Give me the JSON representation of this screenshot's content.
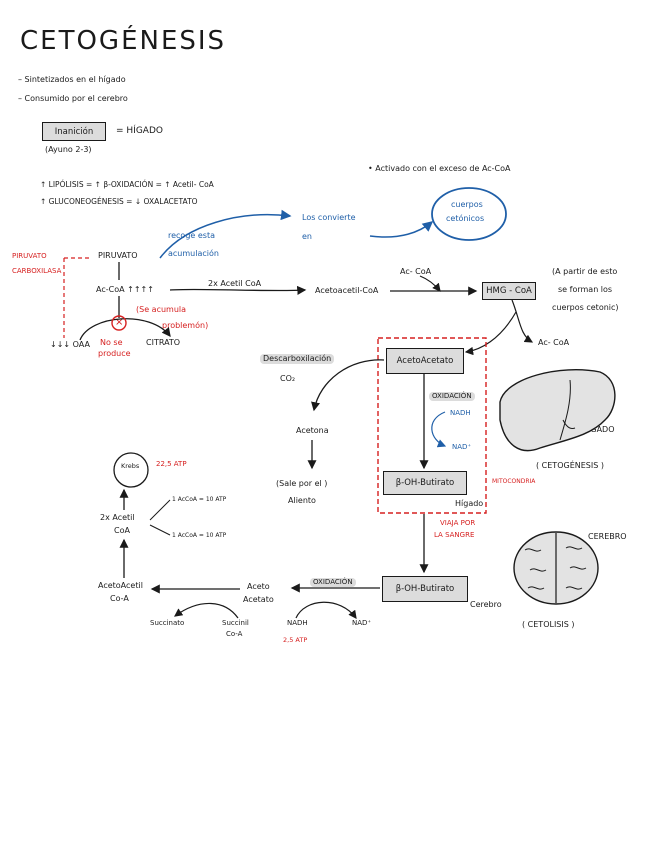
{
  "title": "CETOGÉNESIS",
  "intro": [
    "– Sintetizados en el hígado",
    "– Consumido  por el cerebro"
  ],
  "inanicion": {
    "label": "Inanición",
    "equals": "=  HÍGADO",
    "note": "(Ayuno 2-3)"
  },
  "activado_note": "• Activado con el exceso de  Ac-CoA",
  "lipolisis": "↑ LIPÓLISIS = ↑ β-OXIDACIÓN = ↑ Acetil- CoA",
  "gluconeo": "↑ GLUCONEOGÉNESIS = ↓ OXALACETATO",
  "recoge": [
    "recoge esta",
    "acumulación"
  ],
  "convierte": [
    "Los convierte",
    "en"
  ],
  "cuerpos_cetonicos": [
    "cuerpos",
    "cetónicos"
  ],
  "piruvato_carboxilasa": [
    "PIRUVATO",
    "CARBOXILASA"
  ],
  "piruvato": "PIRUVATO",
  "accoa_main": "Ac-CoA ↑↑↑↑",
  "acetil2_top": "2x Acetil CoA",
  "acetoacetil": "Acetoacetil-CoA",
  "accoa_top": "Ac- CoA",
  "hmg": "HMG - CoA",
  "hmg_note": [
    "(A partir de esto",
    "se forman los",
    "cuerpos cetonic)"
  ],
  "accoa_right": "Ac- CoA",
  "se_acumula": [
    "(Se acumula",
    "problemón)"
  ],
  "x_mark": "×",
  "oaa": "↓↓↓ OAA",
  "no_se_produce": [
    "No se",
    "produce"
  ],
  "citrato": "CITRATO",
  "descarboxilacion": "Descarboxilación",
  "co2": "CO₂",
  "acetona": "Acetona",
  "sale": [
    "(Sale por el )",
    "Aliento"
  ],
  "acetoacetato_box": "AcetoAcetato",
  "oxidacion_top": "OXIDACIÓN",
  "nadh_top": "NADH",
  "nad_top": "NAD⁺",
  "bohb_top": "β-OH-Butirato",
  "higado_label": "Hígado",
  "mitocondria": "MITOCONDRIA",
  "viaja": [
    "VIAJA POR",
    "LA SANGRE"
  ],
  "higado_drawing": "HÍGADO",
  "cetogenesis_caption": "( CETOGÉNESIS )",
  "cerebro_drawing": "CEREBRO",
  "cetolisis_caption": "( CETOLISIS )",
  "bohb_bottom": "β-OH-Butirato",
  "cerebro_label": "Cerebro",
  "oxidacion_bottom": "OXIDACIÓN",
  "acetoacetato_bottom": [
    "Aceto",
    "Acetato"
  ],
  "nadh_bottom": "NADH",
  "nad_bottom": "NAD⁺",
  "atp_25": "2,5 ATP",
  "succinil": [
    "Succinil",
    "Co-A"
  ],
  "succinato": "Succinato",
  "acetoacetilcoa_bottom": [
    "AcetoAcetil",
    "Co-A"
  ],
  "acetil_2x_bottom": [
    "2x Acetil",
    "CoA"
  ],
  "acetil_1a": "1 AcCoA = 10 ATP",
  "acetil_1b": "1 AcCoA = 10 ATP",
  "krebs": "Krebs",
  "atp_225": "22,5 ATP",
  "colors": {
    "red": "#d62020",
    "blue": "#1f5fa8",
    "box_fill": "#dcdcdc"
  }
}
